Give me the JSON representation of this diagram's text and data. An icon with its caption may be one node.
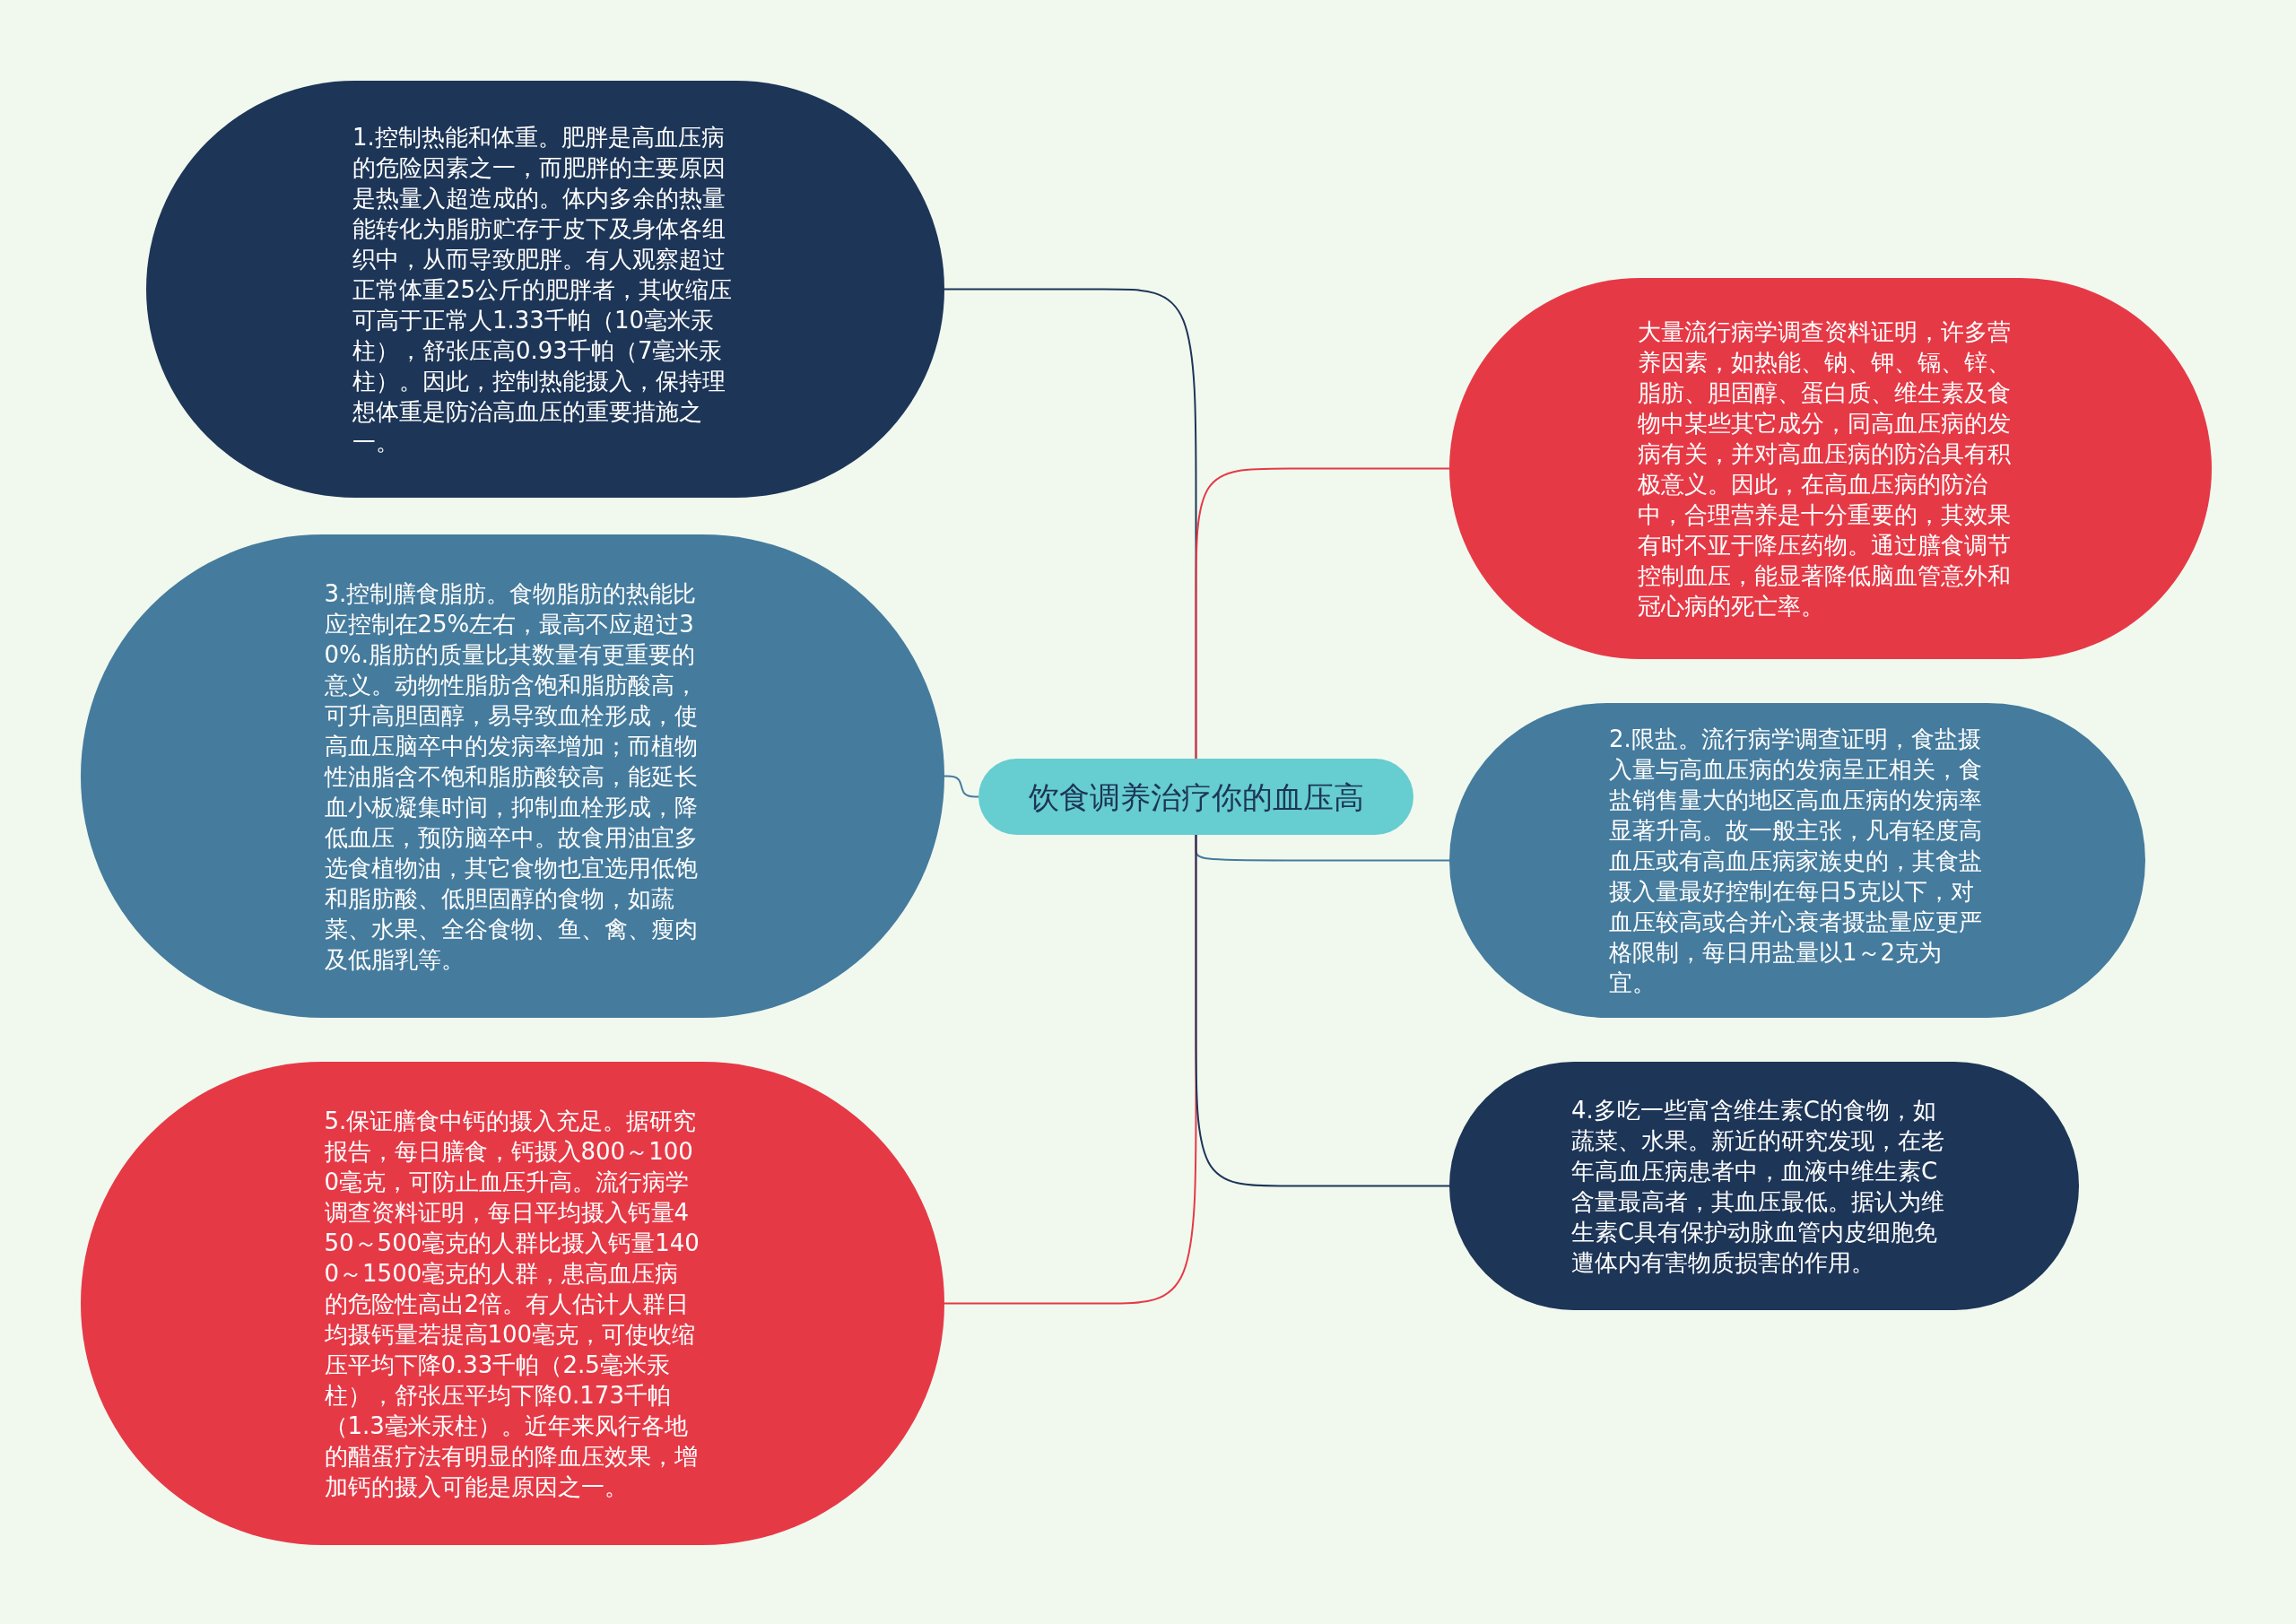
{
  "diagram": {
    "nodes": [
      {
        "text": [
          "饮食调养治疗你的血压高"
        ]
      },
      {
        "text": [
          "1.控制热能和体重。肥胖是高血压病的危险因素之一，而肥胖的主要原因是热量入超造成的。体内多余的热量能转化为脂肪贮存于皮下及身体各组织中，从而导致肥胖。有人观察超过正常体重25公斤的肥胖者，其收缩压可高于正常人1.33千帕（10毫米汞柱），舒张压高0.93千帕（7毫米汞柱）。因此，控制热能摄入，保持理想体重是防治高血压的重要措施之一。"
        ]
      },
      {
        "text": [
          "大量流行病学调查资料证明，许多营养因素，如热能、钠、钾、镉、锌、脂肪、胆固醇、蛋白质、维生素及食物中某些其它成分，同高血压病的发病有关，并对高血压病的防治具有积极意义。因此，在高血压病的防治中，合理营养是十分重要的，其效果有时不亚于降压药物。通过膳食调节控制血压，能显著降低脑血管意外和冠心病的死亡率。"
        ]
      },
      {
        "text": [
          "3.控制膳食脂肪。食物脂肪的热能比应控制在25%左右，最高不应超过30%.脂肪的质量比其数量有更重要的意义。动物性脂肪含饱和脂肪酸高，可升高胆固醇，易导致血栓形成，使高血压脑卒中的发病率增加；而植物性油脂含不饱和脂肪酸较高，能延长血小板凝集时间，抑制血栓形成，降低血压，预防脑卒中。故食用油宜多选食植物油，其它食物也宜选用低饱和脂肪酸、低胆固醇的食物，如蔬菜、水果、全谷食物、鱼、禽、瘦肉及低脂乳等。"
        ]
      },
      {
        "text": [
          "2.限盐。流行病学调查证明，食盐摄入量与高血压病的发病呈正相关，食盐销售量大的地区高血压病的发病率显著升高。故一般主张，凡有轻度高血压或有高血压病家族史的，其食盐摄入量最好控制在每日5克以下，对血压较高或合并心衰者摄盐量应更严格限制，每日用盐量以1～2克为宜。"
        ]
      },
      {
        "text": [
          "5.保证膳食中钙的摄入充足。据研究报告，每日膳食，钙摄入800～1000毫克，可防止血压升高。流行病学调查资料证明，每日平均摄入钙量450～500毫克的人群比摄入钙量1400～1500毫克的人群，患高血压病的危险性高出2倍。有人估计人群日均摄钙量若提高100毫克，可使收缩压平均下降0.33千帕（2.5毫米汞柱），舒张压平均下降0.173千帕（1.3毫米汞柱）。近年来风行各地的醋蛋疗法有明显的降血压效果，增加钙的摄入可能是原因之一。"
        ]
      },
      {
        "text": [
          "4.多吃一些富含维生素C的食物，如蔬菜、水果。新近的研究发现，在老年高血压病患者中，血液中维生素C含量最高者，其血压最低。据认为维生素C具有保护动脉血管内皮细胞免遭体内有害物质损害的作用。"
        ]
      }
    ],
    "edges": [
      {
        "from": 0,
        "to": 1,
        "arrow": "none",
        "color": "#1d3557"
      },
      {
        "from": 0,
        "to": 2,
        "arrow": "none",
        "color": "#e63946"
      },
      {
        "from": 0,
        "to": 3,
        "arrow": "none",
        "color": "#457b9d"
      },
      {
        "from": 0,
        "to": 4,
        "arrow": "none",
        "color": "#457b9d"
      },
      {
        "from": 0,
        "to": 5,
        "arrow": "none",
        "color": "#e63946"
      },
      {
        "from": 0,
        "to": 6,
        "arrow": "none",
        "color": "#1d3557"
      }
    ]
  }
}
